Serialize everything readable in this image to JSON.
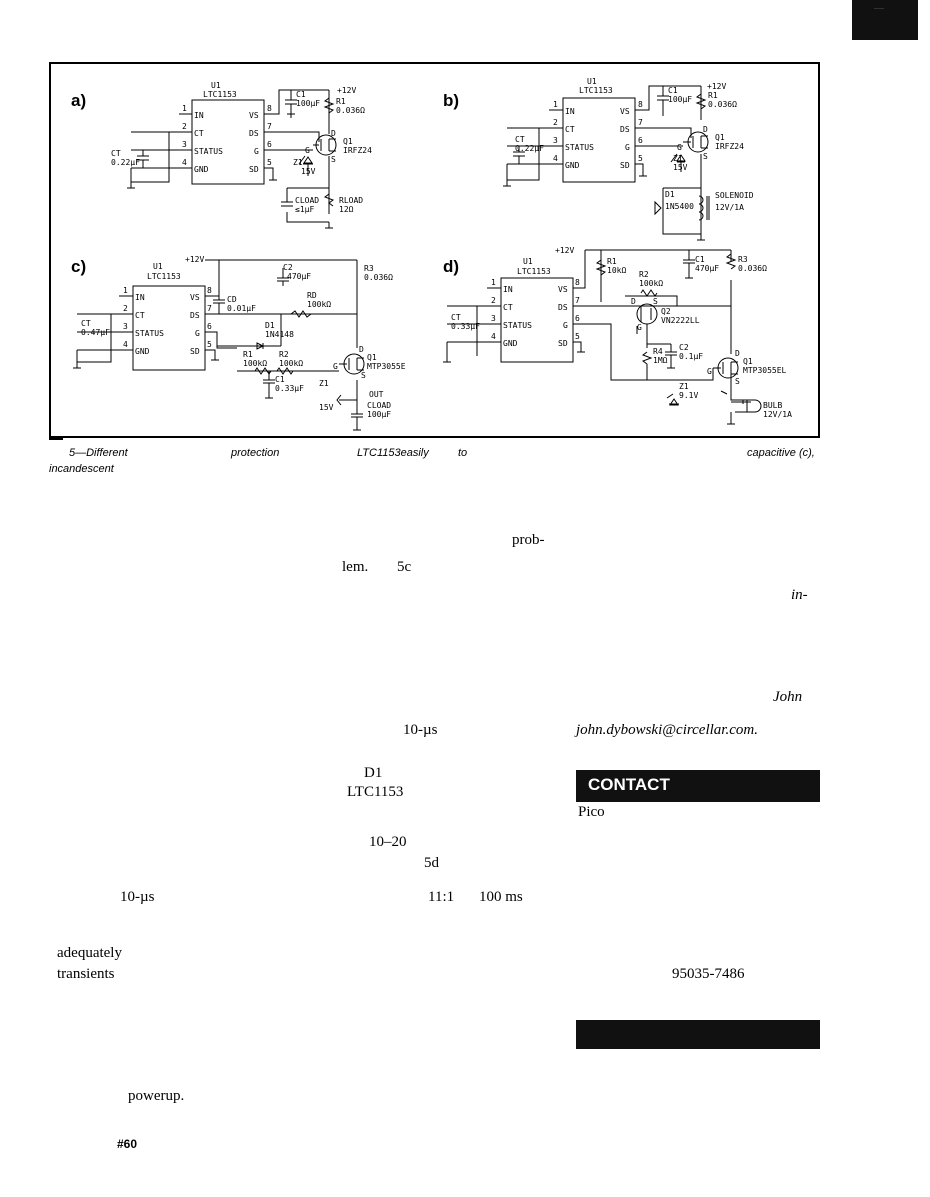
{
  "corner_tab": {
    "text": "·····"
  },
  "figure": {
    "panels": {
      "a": {
        "label": "a)",
        "u1": "U1",
        "ic": "LTC1153",
        "supply": "+12V",
        "c1": "C1",
        "c1v": "100µF",
        "r1": "R1",
        "r1v": "0.036Ω",
        "ct": "CT",
        "ctv": "0.22µF",
        "q1": "Q1",
        "q1v": "IRFZ24",
        "z1": "Z1",
        "z1v": "15V",
        "cload": "CLOAD",
        "cloadv": "≤1µF",
        "rload": "RLOAD",
        "rloadv": "12Ω"
      },
      "b": {
        "label": "b)",
        "u1": "U1",
        "ic": "LTC1153",
        "supply": "+12V",
        "c1": "C1",
        "c1v": "100µF",
        "r1": "R1",
        "r1v": "0.036Ω",
        "ct": "CT",
        "ctv": "0.22µF",
        "q1": "Q1",
        "q1v": "IRFZ24",
        "z1": "Z1",
        "z1v": "15V",
        "d1": "D1",
        "d1v": "1N5400",
        "sol": "SOLENOID",
        "solv": "12V/1A"
      },
      "c": {
        "label": "c)",
        "u1": "U1",
        "ic": "LTC1153",
        "supply": "+12V",
        "c2": "C2",
        "c2v": "470µF",
        "r3": "R3",
        "r3v": "0.036Ω",
        "cd": "CD",
        "cdv": "0.01µF",
        "rd": "RD",
        "rdv": "100kΩ",
        "d1": "D1",
        "d1v": "1N4148",
        "ct": "CT",
        "ctv": "0.47µF",
        "r1": "R1",
        "r1v": "100kΩ",
        "r2": "R2",
        "r2v": "100kΩ",
        "q1": "Q1",
        "q1v": "MTP3055E",
        "c1": "C1",
        "c1v": "0.33µF",
        "z1": "Z1",
        "z1v": "15V",
        "out": "OUT",
        "cload": "CLOAD",
        "cloadv": "100µF"
      },
      "d": {
        "label": "d)",
        "u1": "U1",
        "ic": "LTC1153",
        "supply": "+12V",
        "r1": "R1",
        "r1v": "10kΩ",
        "r2": "R2",
        "r2v": "100kΩ",
        "c1": "C1",
        "c1v": "470µF",
        "r3": "R3",
        "r3v": "0.036Ω",
        "ct": "CT",
        "ctv": "0.33µF",
        "q2": "Q2",
        "q2v": "VN2222LL",
        "r4": "R4",
        "r4v": "1MΩ",
        "c2": "C2",
        "c2v": "0.1µF",
        "q1": "Q1",
        "q1v": "MTP3055EL",
        "z1": "Z1",
        "z1v": "9.1V",
        "bulb": "BULB",
        "bulbv": "12V/1A"
      }
    },
    "pins": {
      "in": "IN",
      "ct": "CT",
      "status": "STATUS",
      "gnd": "GND",
      "vs": "VS",
      "ds": "DS",
      "g": "G",
      "sd": "SD",
      "d": "D",
      "s": "S",
      "gt": "G",
      "n1": "1",
      "n2": "2",
      "n3": "3",
      "n4": "4",
      "n5": "5",
      "n6": "6",
      "n7": "7",
      "n8": "8"
    }
  },
  "caption": {
    "line1_a": "5—Different",
    "line1_b": "protection",
    "line1_c": "LTC1153easily",
    "line1_d": "to",
    "line1_e": "capacitive (c),",
    "line2": "incandescent"
  },
  "body_fragments": {
    "prob": "prob-",
    "lem": "lem.",
    "fig5c": "5c",
    "in": "in-",
    "john": "John",
    "t10us_a": "10-µs",
    "email": "john.dybowski@circellar.com.",
    "d1": "D1",
    "ltc": "LTC1153",
    "pico": "Pico",
    "t1020": "10–20",
    "fig5d": "5d",
    "t10us_b": "10-µs",
    "ratio": "11:1",
    "ms": "100 ms",
    "adequately": "adequately",
    "transients": "transients",
    "zip": "95035-7486",
    "powerup": "powerup."
  },
  "contact_heading": "CONTACT",
  "page_number": "#60"
}
